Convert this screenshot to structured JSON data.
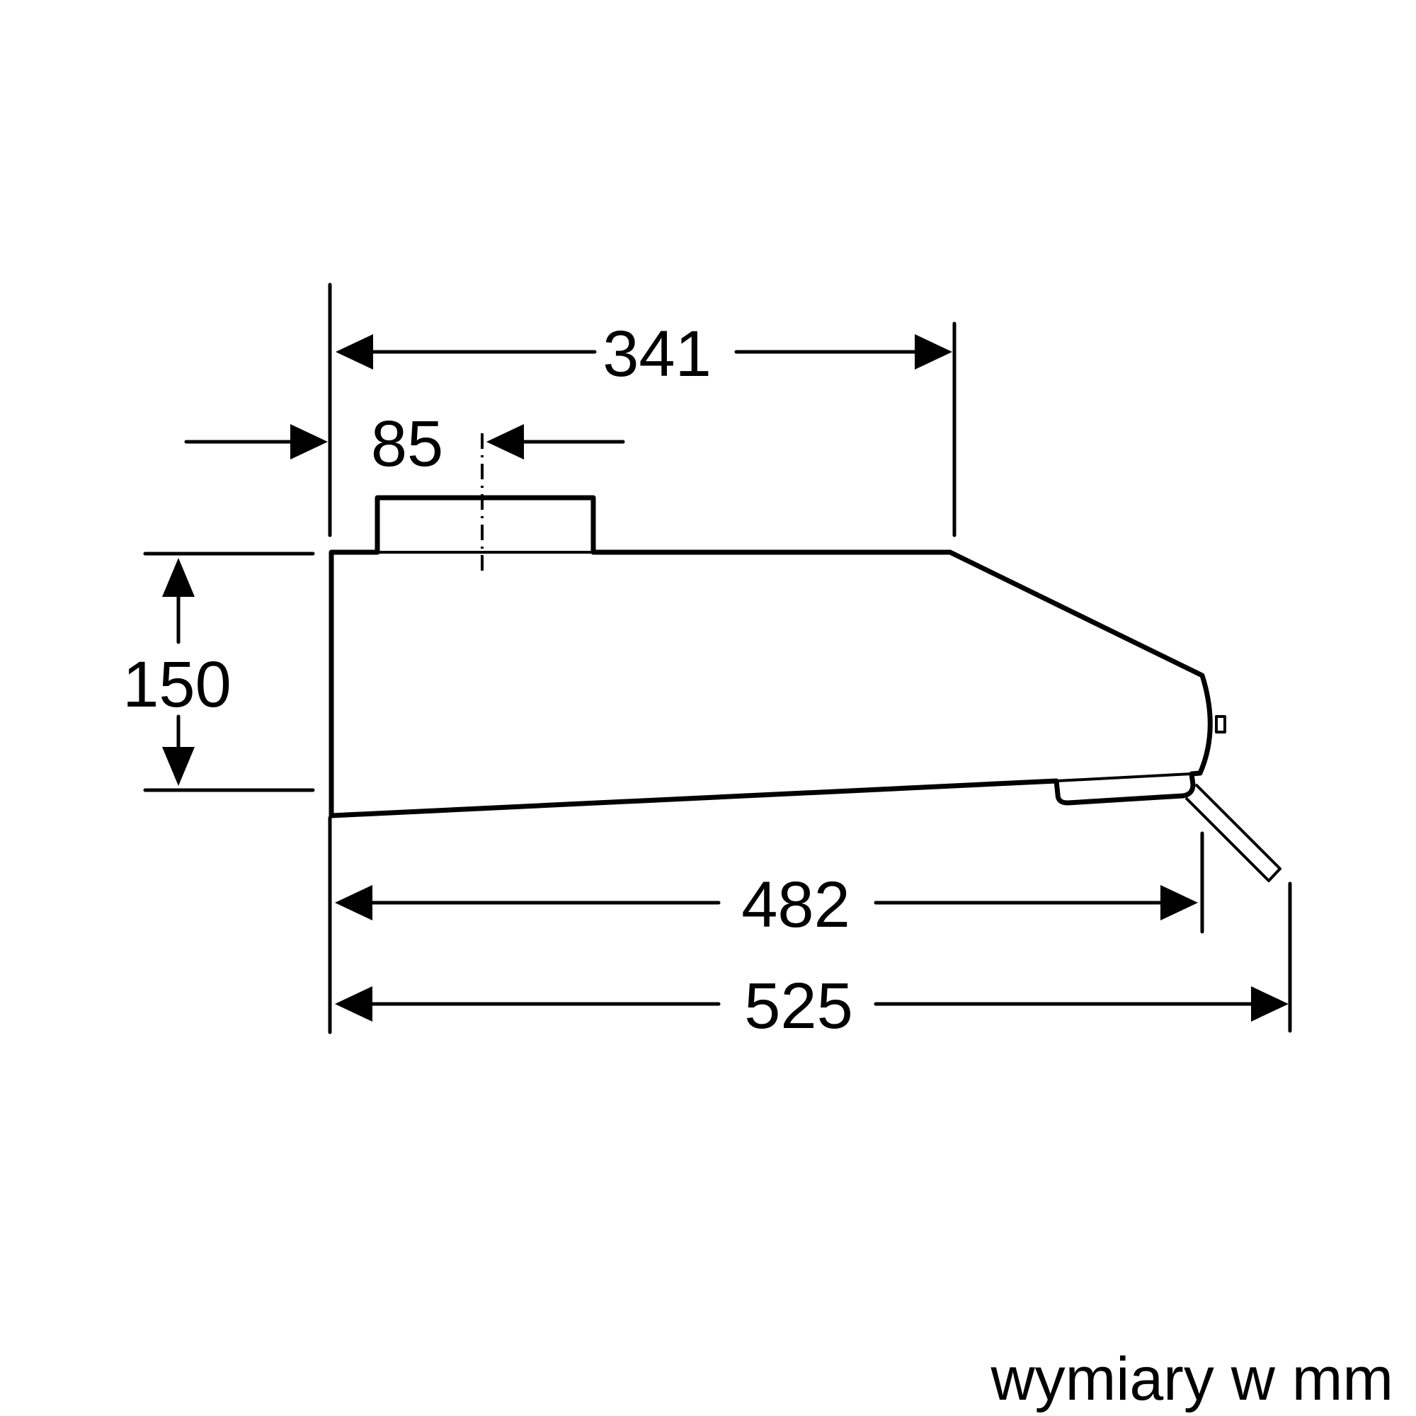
{
  "dimensions": {
    "d341": "341",
    "d85": "85",
    "d150": "150",
    "d482": "482",
    "d525": "525"
  },
  "caption": "wymiary w mm"
}
